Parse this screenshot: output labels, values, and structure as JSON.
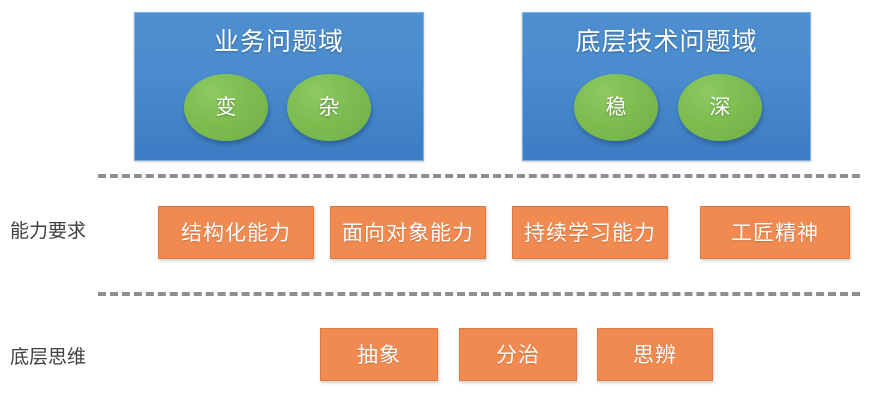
{
  "diagram": {
    "title_semantics": "engineer-capability-model",
    "colors": {
      "panel_blue_top": "#4f8fd0",
      "panel_blue_bottom": "#3b7cc4",
      "ellipse_green": "#7dbd50",
      "card_orange": "#f08a50",
      "card_orange_border": "#e07a3e",
      "divider_gray": "#8e8e8e",
      "label_gray": "#404040",
      "background": "#ffffff"
    },
    "domains": [
      {
        "title": "业务问题域",
        "traits": [
          "变",
          "杂"
        ]
      },
      {
        "title": "底层技术问题域",
        "traits": [
          "稳",
          "深"
        ]
      }
    ],
    "rows": [
      {
        "label": "能力要求",
        "items": [
          "结构化能力",
          "面向对象能力",
          "持续学习能力",
          "工匠精神"
        ]
      },
      {
        "label": "底层思维",
        "items": [
          "抽象",
          "分治",
          "思辨"
        ]
      }
    ]
  }
}
